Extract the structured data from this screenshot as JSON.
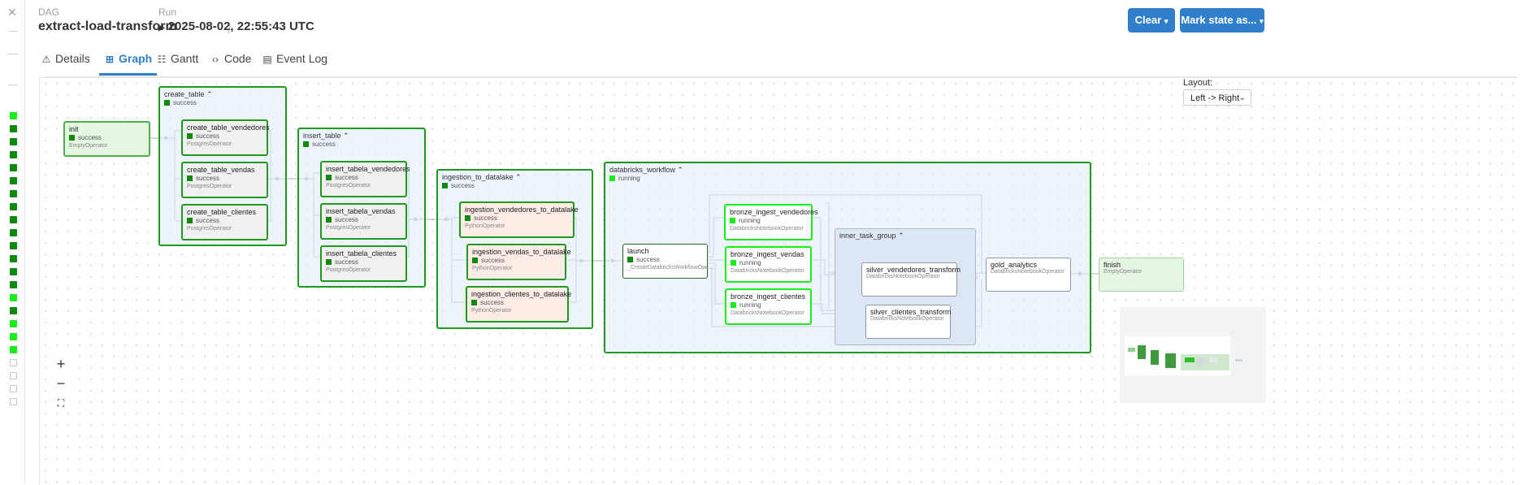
{
  "header": {
    "dag_label": "DAG",
    "dag_name": "extract-load-transform",
    "run_label": "Run",
    "run_value": "2025-08-02, 22:55:43 UTC",
    "clear_button": "Clear",
    "mark_state_button": "Mark state as..."
  },
  "tabs": [
    {
      "label": "Details",
      "icon": "warning-icon"
    },
    {
      "label": "Graph",
      "icon": "graph-icon"
    },
    {
      "label": "Gantt",
      "icon": "gantt-icon"
    },
    {
      "label": "Code",
      "icon": "code-icon"
    },
    {
      "label": "Event Log",
      "icon": "event-log-icon"
    }
  ],
  "active_tab": "Graph",
  "layout": {
    "label": "Layout:",
    "value": "Left -> Right"
  },
  "zoom": {
    "in": "+",
    "out": "−"
  },
  "colors": {
    "accent": "#2f7fcc",
    "success": "#0f8a0f",
    "running": "#1aee1a"
  },
  "graph": {
    "nodes": {
      "init": {
        "name": "init",
        "status": "success",
        "operator": "EmptyOperator"
      },
      "create_table_vendedores": {
        "name": "create_table_vendedores",
        "status": "success",
        "operator": "PostgresOperator"
      },
      "create_table_vendas": {
        "name": "create_table_vendas",
        "status": "success",
        "operator": "PostgresOperator"
      },
      "create_table_clientes": {
        "name": "create_table_clientes",
        "status": "success",
        "operator": "PostgresOperator"
      },
      "insert_tabela_vendedores": {
        "name": "insert_tabela_vendedores",
        "status": "success",
        "operator": "PostgresOperator"
      },
      "insert_tabela_vendas": {
        "name": "insert_tabela_vendas",
        "status": "success",
        "operator": "PostgresOperator"
      },
      "insert_tabela_clientes": {
        "name": "insert_tabela_clientes",
        "status": "success",
        "operator": "PostgresOperator"
      },
      "ingestion_vendedores_to_datalake": {
        "name": "ingestion_vendedores_to_datalake",
        "status": "success",
        "operator": "PythonOperator"
      },
      "ingestion_vendas_to_datalake": {
        "name": "ingestion_vendas_to_datalake",
        "status": "success",
        "operator": "PythonOperator"
      },
      "ingestion_clientes_to_datalake": {
        "name": "ingestion_clientes_to_datalake",
        "status": "success",
        "operator": "PythonOperator"
      },
      "launch": {
        "name": "launch",
        "status": "success",
        "operator": "_CreateDatabricksWorkflowOpe..."
      },
      "bronze_ingest_vendedores": {
        "name": "bronze_ingest_vendedores",
        "status": "running",
        "operator": "DatabricksNotebookOperator"
      },
      "bronze_ingest_vendas": {
        "name": "bronze_ingest_vendas",
        "status": "running",
        "operator": "DatabricksNotebookOperator"
      },
      "bronze_ingest_clientes": {
        "name": "bronze_ingest_clientes",
        "status": "running",
        "operator": "DatabricksNotebookOperator"
      },
      "silver_vendedores_transform": {
        "name": "silver_vendedores_transform",
        "operator": "DatabricksNotebookOperator"
      },
      "silver_clientes_transform": {
        "name": "silver_clientes_transform",
        "operator": "DatabricksNotebookOperator"
      },
      "gold_analytics": {
        "name": "gold_analytics",
        "operator": "DatabricksNotebookOperator"
      },
      "finish": {
        "name": "finish",
        "operator": "EmptyOperator"
      }
    },
    "groups": {
      "create_table": {
        "name": "create_table",
        "status": "success"
      },
      "insert_table": {
        "name": "insert_table",
        "status": "success"
      },
      "ingestion_to_datalake": {
        "name": "ingestion_to_datalake",
        "status": "success"
      },
      "databricks_workflow": {
        "name": "databricks_workflow",
        "status": "running"
      },
      "inner_task_group": {
        "name": "inner_task_group"
      }
    }
  },
  "left_strip": {
    "statuses": [
      "running",
      "success",
      "success",
      "success",
      "success",
      "success",
      "success",
      "success",
      "success",
      "success",
      "success",
      "success",
      "success",
      "success",
      "running",
      "success",
      "running",
      "running",
      "running",
      "none",
      "none",
      "none",
      "none"
    ]
  }
}
